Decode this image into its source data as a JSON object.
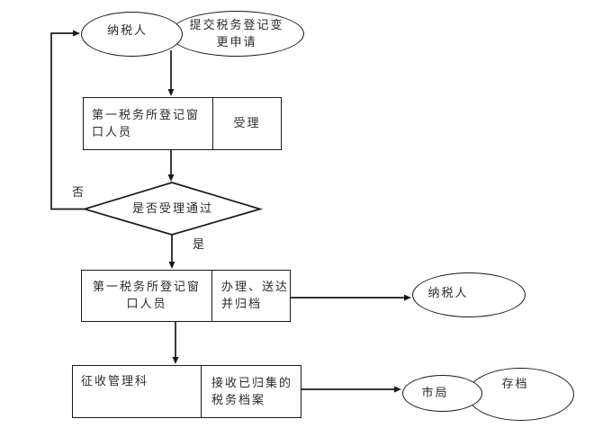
{
  "colors": {
    "line": "#1a1a1a",
    "text": "#2b2b2b",
    "background": "#ffffff"
  },
  "flowchart": {
    "start": {
      "label": "纳税人"
    },
    "submit": {
      "label": "提交税务登记变\n更申请"
    },
    "accept": {
      "actor": "第一税务所登记窗\n口人员",
      "action": "受理"
    },
    "decision": {
      "label": "是否受理通过",
      "yes": "是",
      "no": "否"
    },
    "handle": {
      "actor": "第一税务所登记窗\n口人员",
      "action": "办理、送达\n并归档"
    },
    "taxpayer_out": {
      "label": "纳税人"
    },
    "collection": {
      "actor": "征收管理科",
      "action": "接收已归集的\n税务档案"
    },
    "city_bureau": {
      "label": "市局"
    },
    "archive": {
      "label": "存档"
    }
  }
}
